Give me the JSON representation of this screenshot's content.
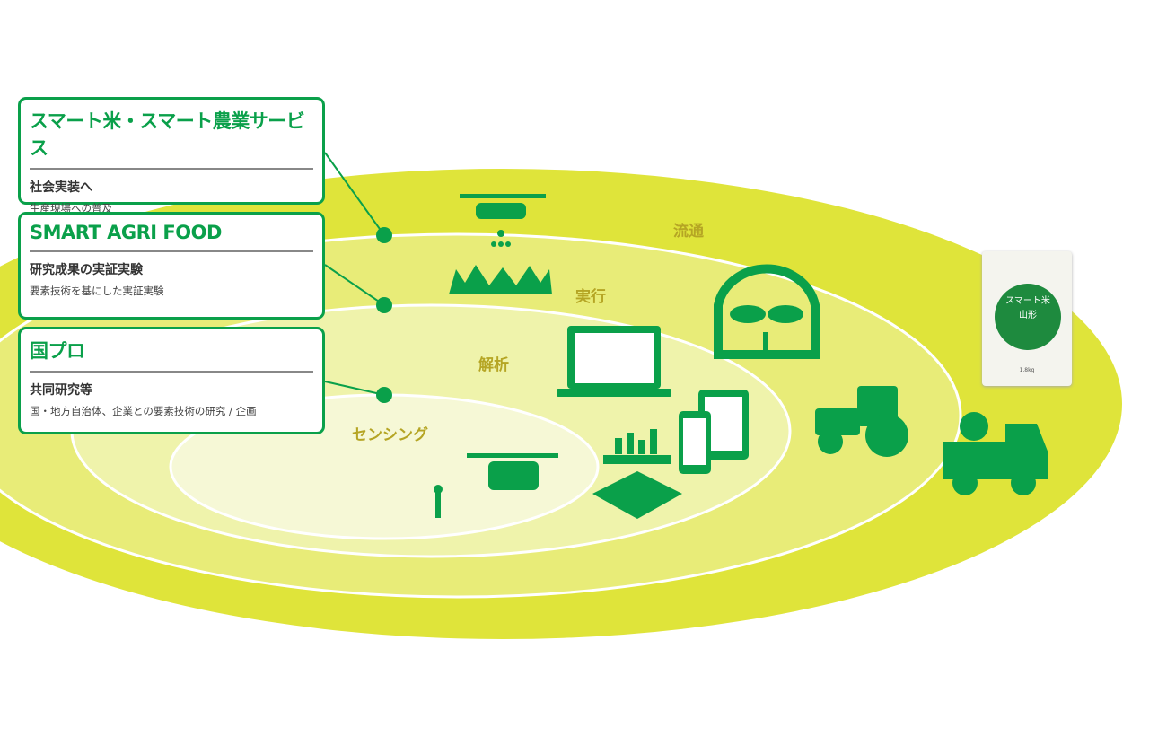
{
  "cards": [
    {
      "title": "スマート米・スマート農業サービス",
      "subtitle": "社会実装へ",
      "desc": "生産現場への普及"
    },
    {
      "title": "SMART AGRI FOOD",
      "subtitle": "研究成果の実証実験",
      "desc": "要素技術を基にした実証実験"
    },
    {
      "title": "国プロ",
      "subtitle": "共同研究等",
      "desc": "国・地方自治体、企業との要素技術の研究 / 企画"
    }
  ],
  "rings": {
    "distribution": "流通",
    "execution": "実行",
    "analysis": "解析",
    "sensing": "センシング"
  },
  "product": {
    "name": "スマート米",
    "region": "山形",
    "weight": "1.8kg"
  },
  "colors": {
    "green": "#0aa04a",
    "ring_outer": "#dfe43a",
    "ring_2": "#e8ec78",
    "ring_3": "#eff3ab",
    "ring_inner": "#f6f8d6",
    "label": "#b5a524"
  }
}
